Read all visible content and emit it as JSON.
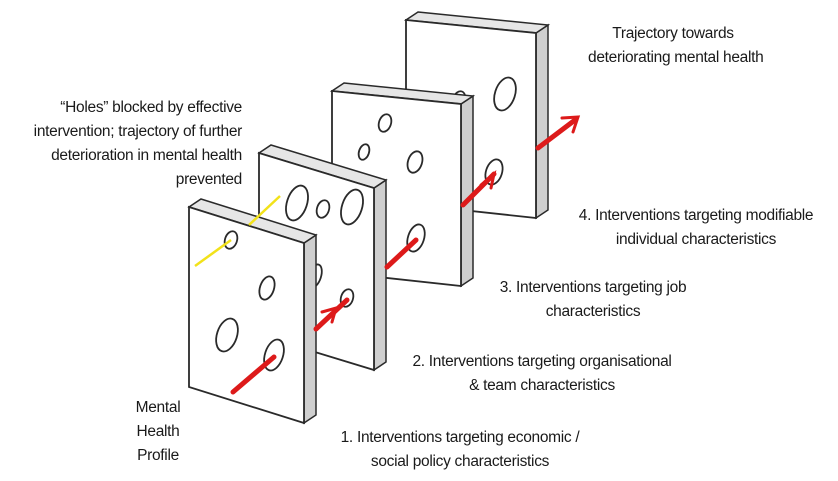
{
  "labels": {
    "trajectory": [
      "Trajectory towards",
      "deteriorating mental health"
    ],
    "holes_blocked": [
      "“Holes” blocked by effective",
      "intervention; trajectory of further",
      "deterioration in mental health",
      "prevented"
    ],
    "intervention_4": [
      "4. Interventions targeting modifiable",
      "individual characteristics"
    ],
    "intervention_3": [
      "3. Interventions targeting job",
      "characteristics"
    ],
    "intervention_2": [
      "2. Interventions targeting organisational",
      "& team characteristics"
    ],
    "intervention_1": [
      "1. Interventions targeting economic /",
      "social policy characteristics"
    ],
    "mental_health_profile": [
      "Mental",
      "Health",
      "Profile"
    ]
  },
  "colors": {
    "trajectory_arrow": "#dd1a1a",
    "blocked_line": "#f2e21a",
    "panel_face": "#ffffff",
    "panel_edge": "#d6d6d6",
    "outline": "#2a2a2a"
  }
}
